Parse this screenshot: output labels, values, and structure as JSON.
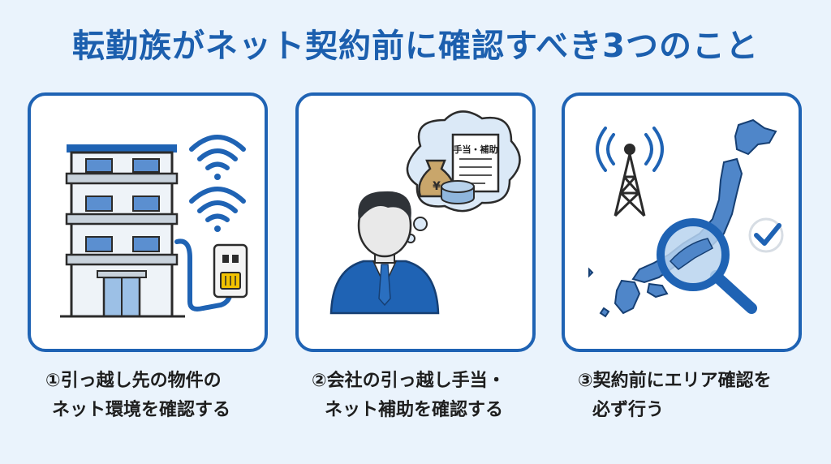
{
  "title": "転勤族がネット契約前に確認すべき3つのこと",
  "cards": [
    {
      "caption_line1": "①引っ越し先の物件の",
      "caption_line2": "ネット環境を確認する"
    },
    {
      "caption_line1": "②会社の引っ越し手当・",
      "caption_line2": "ネット補助を確認する",
      "bubble_text": "手当・補助",
      "yen_symbol": "¥"
    },
    {
      "caption_line1": "③契約前にエリア確認を",
      "caption_line2": "必ず行う"
    }
  ],
  "colors": {
    "accent": "#1f63b4",
    "title": "#1c5fae",
    "background": "#eaf3fc"
  }
}
